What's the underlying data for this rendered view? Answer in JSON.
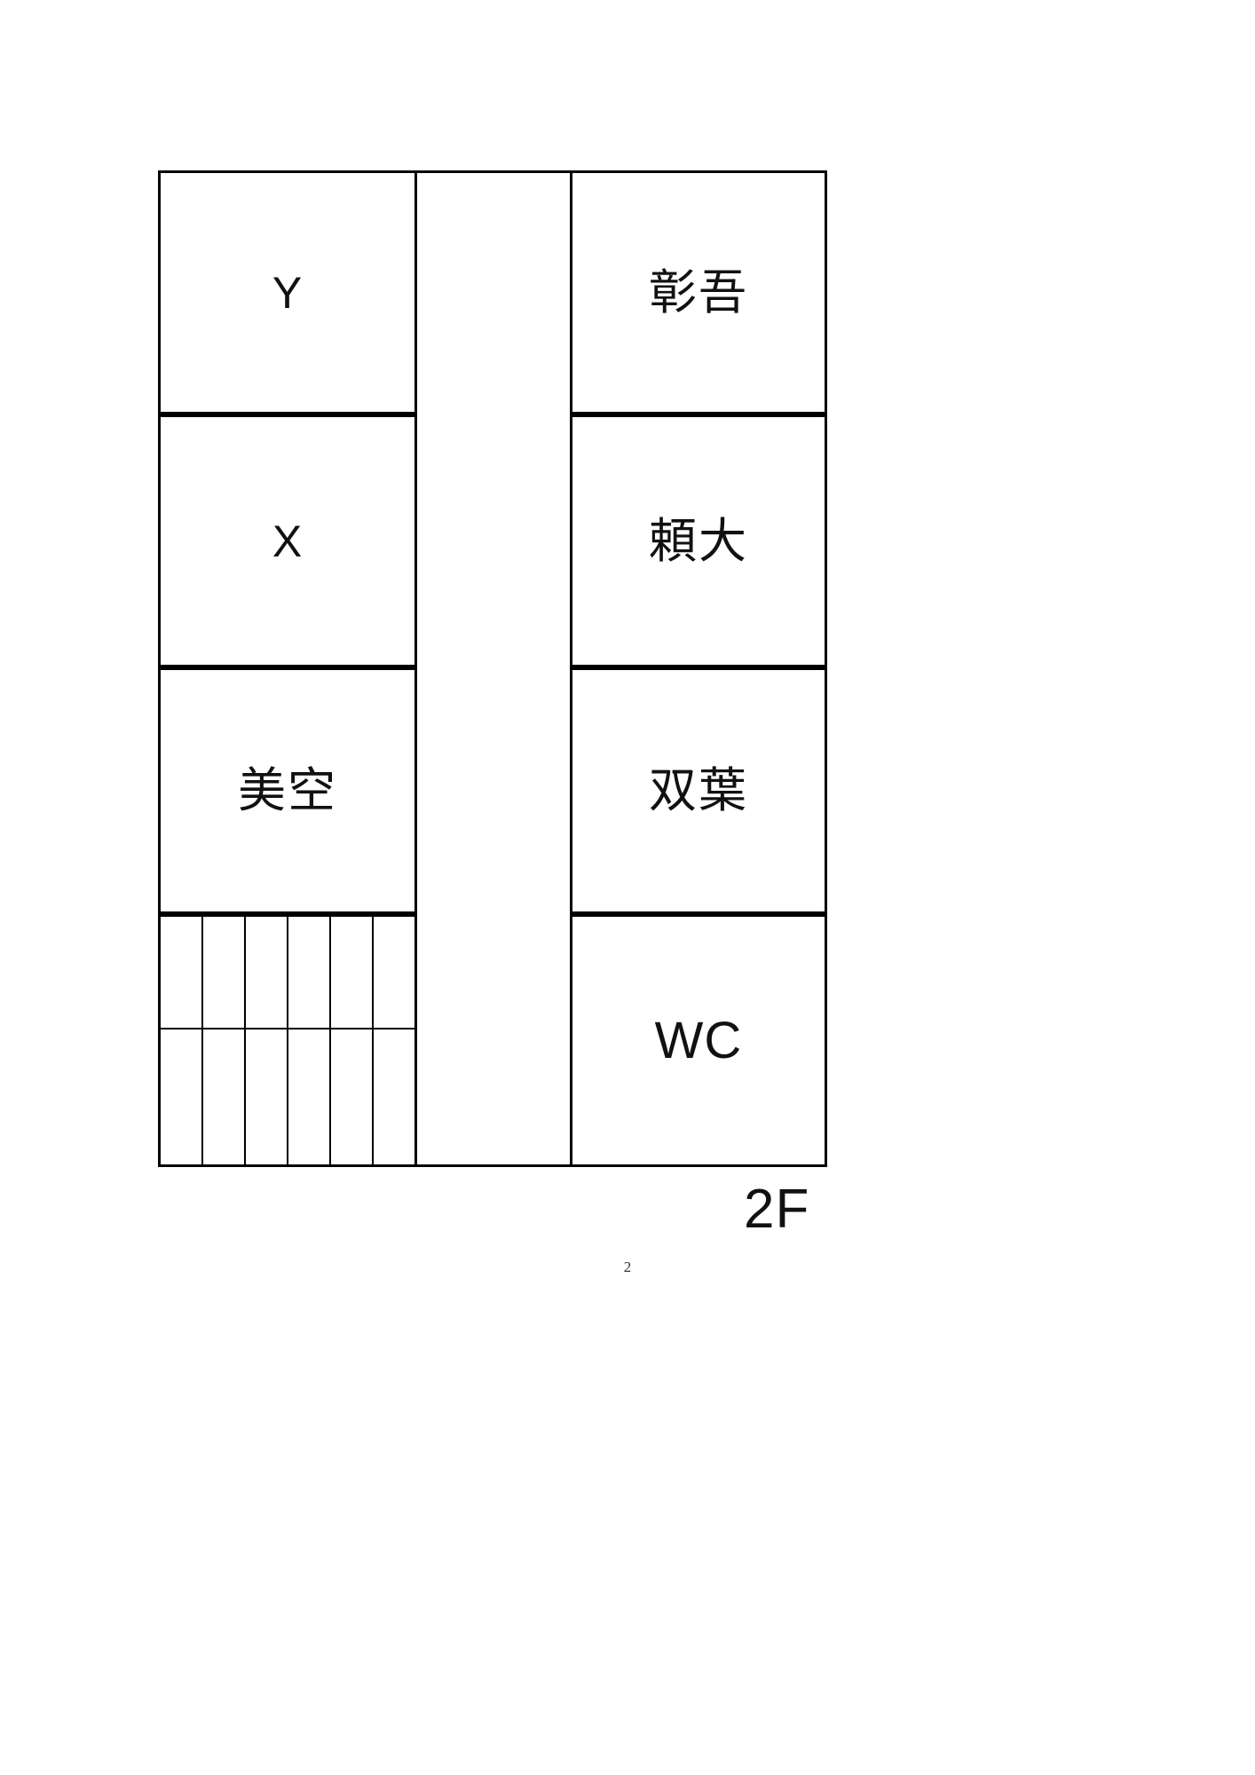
{
  "document": {
    "page_number": "2"
  },
  "plan": {
    "floor_label": "2F",
    "left_column": {
      "rooms": [
        {
          "id": "y",
          "label": "Y",
          "script": "latin"
        },
        {
          "id": "x",
          "label": "X",
          "script": "latin"
        },
        {
          "id": "misora",
          "label": "美空",
          "script": "japanese"
        }
      ],
      "stairs": {
        "name": "stairs",
        "steps_per_row": 6,
        "rows": 2
      }
    },
    "corridor": {
      "label": ""
    },
    "right_column": {
      "rooms": [
        {
          "id": "shogo",
          "label": "彰吾",
          "script": "japanese"
        },
        {
          "id": "raita",
          "label": "頼大",
          "script": "japanese"
        },
        {
          "id": "futaba",
          "label": "双葉",
          "script": "japanese"
        },
        {
          "id": "wc",
          "label": "WC",
          "script": "latin"
        }
      ]
    }
  },
  "colors": {
    "line": "#000000",
    "background": "#ffffff",
    "text": "#111111"
  }
}
